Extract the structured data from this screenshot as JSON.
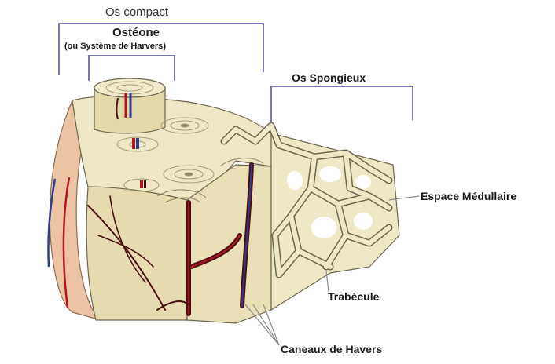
{
  "labels": {
    "os_compact": "Os compact",
    "osteone": "Ostéone",
    "osteone_sub": "(ou Système de Harvers)",
    "os_spongieux": "Os Spongieux",
    "espace_medullaire": "Espace Médullaire",
    "trabecule": "Trabécule",
    "canaux_havers": "Caneaux de Havers"
  },
  "colors": {
    "bone": "#efe8c6",
    "bone_shadow": "#d9cf9f",
    "outline": "#6b6650",
    "periosteum": "#ecc4a4",
    "artery": "#b0181f",
    "vein": "#2a3d8f",
    "vessel_dark": "#4a0e10",
    "bracket": "#4d4aa0",
    "pointer": "#8a8a8a"
  }
}
